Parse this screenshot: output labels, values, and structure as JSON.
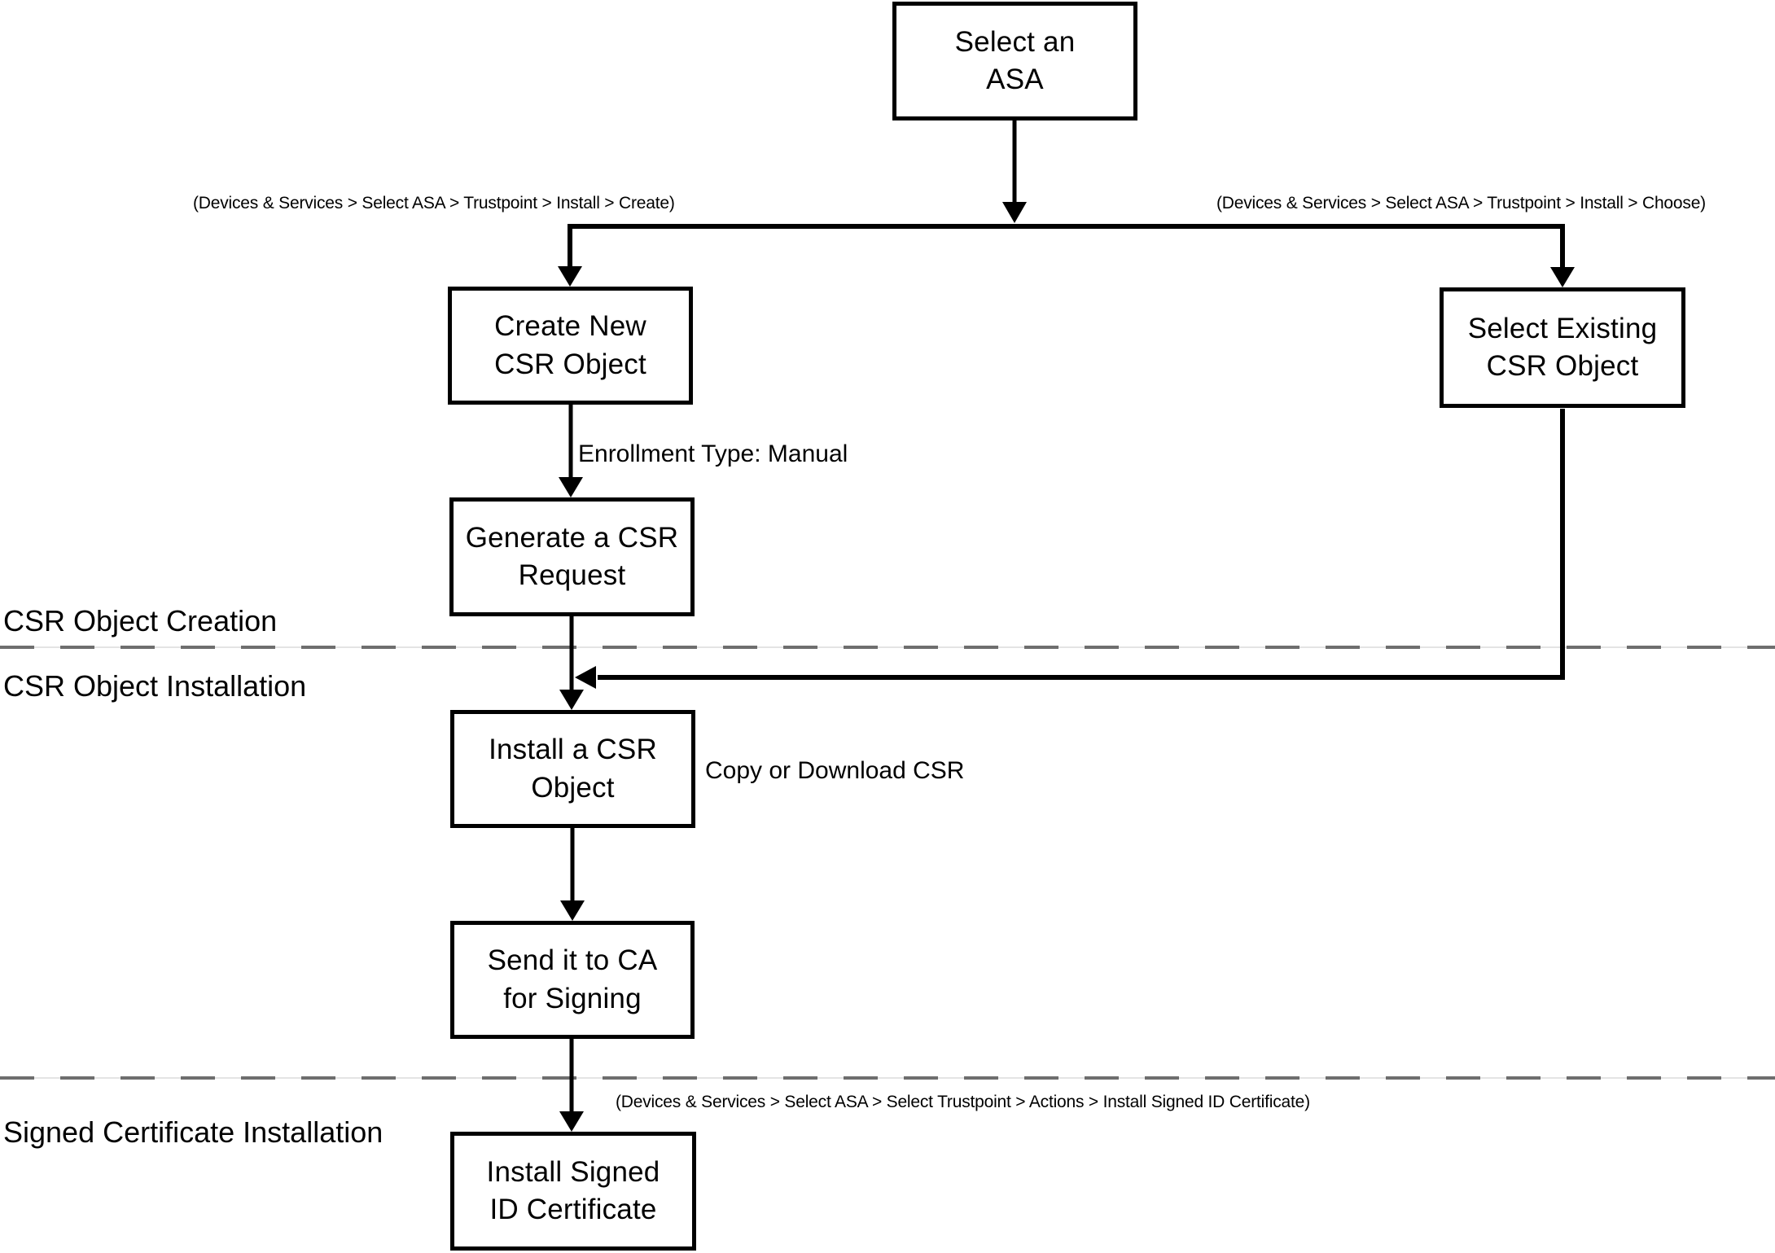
{
  "diagram": {
    "nodes": {
      "select_asa": {
        "label": "Select an\nASA"
      },
      "create_new_csr": {
        "label": "Create New\nCSR Object"
      },
      "select_existing": {
        "label": "Select Existing\nCSR Object"
      },
      "generate_csr": {
        "label": "Generate a CSR\nRequest"
      },
      "install_csr": {
        "label": "Install a CSR\nObject"
      },
      "send_to_ca": {
        "label": "Send it to CA\nfor Signing"
      },
      "install_signed": {
        "label": "Install Signed\nID Certificate"
      }
    },
    "edge_labels": {
      "create_path": "(Devices & Services > Select ASA > Trustpoint > Install > Create)",
      "choose_path": "(Devices & Services > Select ASA > Trustpoint > Install > Choose)",
      "enrollment_type": "Enrollment Type: Manual",
      "copy_or_download": "Copy or Download CSR",
      "install_signed_path": "(Devices & Services > Select ASA > Select Trustpoint > Actions > Install Signed ID Certificate)"
    },
    "sections": {
      "creation": "CSR Object Creation",
      "installation": "CSR Object Installation",
      "signed_installation": "Signed Certificate Installation"
    },
    "colors": {
      "line": "#000000",
      "divider_dash": "#6e6e6e",
      "divider_hairline": "#c8c8c8",
      "background": "#ffffff",
      "text": "#000000"
    }
  }
}
